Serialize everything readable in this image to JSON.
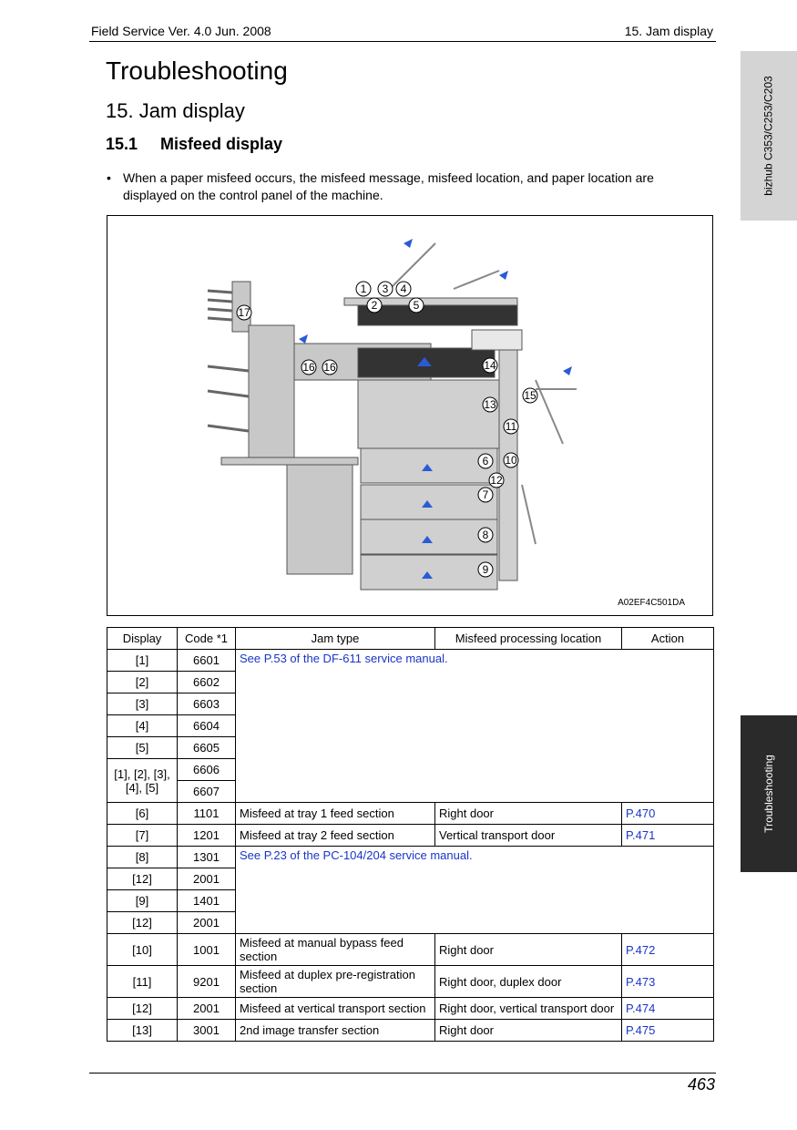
{
  "header": {
    "left": "Field Service Ver. 4.0 Jun. 2008",
    "right": "15. Jam display"
  },
  "side_tabs": {
    "model": "bizhub C353/C253/C203",
    "section": "Troubleshooting"
  },
  "title": "Troubleshooting",
  "section_heading": "15.  Jam display",
  "subsection": {
    "number": "15.1",
    "title": "Misfeed display"
  },
  "bullet": {
    "marker": "•",
    "text": "When a paper misfeed occurs, the misfeed message, misfeed location, and paper location are displayed on the control panel of the machine."
  },
  "figure": {
    "code": "A02EF4C501DA",
    "callouts": [
      "1",
      "3",
      "4",
      "2",
      "5",
      "17",
      "16",
      "16",
      "14",
      "13",
      "15",
      "11",
      "6",
      "10",
      "12",
      "7",
      "8",
      "9"
    ]
  },
  "table": {
    "headers": [
      "Display",
      "Code *1",
      "Jam type",
      "Misfeed processing location",
      "Action"
    ],
    "df_group": {
      "rows": [
        {
          "display": "[1]",
          "code": "6601"
        },
        {
          "display": "[2]",
          "code": "6602"
        },
        {
          "display": "[3]",
          "code": "6603"
        },
        {
          "display": "[4]",
          "code": "6604"
        },
        {
          "display": "[5]",
          "code": "6605"
        }
      ],
      "combined_display": "[1], [2], [3], [4], [5]",
      "combined_codes": [
        "6606",
        "6607"
      ],
      "note": "See P.53 of the DF-611 service manual."
    },
    "tray_rows": [
      {
        "display": "[6]",
        "code": "1101",
        "type": "Misfeed at tray 1 feed section",
        "location": "Right door",
        "action": "P.470"
      },
      {
        "display": "[7]",
        "code": "1201",
        "type": "Misfeed at tray 2 feed section",
        "location": "Vertical transport door",
        "action": "P.471"
      }
    ],
    "pc_group": {
      "rows": [
        {
          "display": "[8]",
          "code": "1301"
        },
        {
          "display": "[12]",
          "code": "2001"
        },
        {
          "display": "[9]",
          "code": "1401"
        },
        {
          "display": "[12]",
          "code": "2001"
        }
      ],
      "note": "See P.23 of the PC-104/204 service manual."
    },
    "bottom_rows": [
      {
        "display": "[10]",
        "code": "1001",
        "type": "Misfeed at manual bypass feed section",
        "location": "Right door",
        "action": "P.472"
      },
      {
        "display": "[11]",
        "code": "9201",
        "type": "Misfeed at duplex pre-registration section",
        "location": "Right door, duplex door",
        "action": "P.473"
      },
      {
        "display": "[12]",
        "code": "2001",
        "type": "Misfeed at vertical transport section",
        "location": "Right door, vertical transport door",
        "action": "P.474"
      },
      {
        "display": "[13]",
        "code": "3001",
        "type": "2nd image transfer section",
        "location": "Right door",
        "action": "P.475"
      }
    ]
  },
  "page_number": "463"
}
